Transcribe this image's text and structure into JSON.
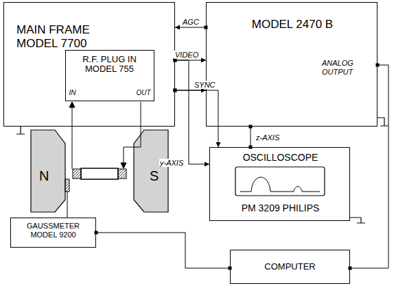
{
  "diagram": {
    "nodes": [
      {
        "text": [
          "MAIN FRAME MODEL 7700"
        ]
      },
      {
        "text": [
          "R.F. PLUG IN MODEL 755",
          "IN",
          "OUT"
        ],
        "in": 0
      },
      {
        "text": [
          "MODEL 2470 B",
          "ANALOG OUTPUT"
        ]
      },
      {
        "text": [
          "OSCILLOSCOPE",
          "PM 3209 PHILIPS"
        ]
      },
      {
        "text": [
          "GAUSSMETER MODEL 9200"
        ]
      },
      {
        "text": [
          "COMPUTER"
        ]
      }
    ],
    "edges": [
      {
        "from": 2,
        "to": 0,
        "label": "AGC",
        "arrow": "to"
      },
      {
        "from": 0,
        "to": 2,
        "label": "VIDEO",
        "arrow": "to"
      },
      {
        "from": 0,
        "to": 3,
        "label": "y-AXIS",
        "arrow": "to"
      },
      {
        "from": 0,
        "to": 2,
        "label": "SYNC",
        "arrow": "to"
      },
      {
        "from": 0,
        "to": 3,
        "arrow": "to"
      },
      {
        "from": 2,
        "to": 3,
        "label": "z-AXIS",
        "arrow": "none"
      },
      {
        "from": 2,
        "to": 5,
        "arrow": "none"
      },
      {
        "from": 4,
        "to": 5,
        "arrow": "none"
      }
    ],
    "labels": [
      "N",
      "S"
    ]
  }
}
